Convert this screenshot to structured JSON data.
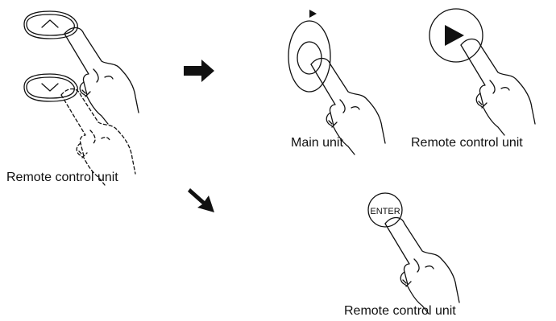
{
  "labels": {
    "remote_left": "Remote control unit",
    "main_unit": "Main unit",
    "remote_right_top": "Remote control unit",
    "remote_bottom": "Remote control unit",
    "enter_button": "ENTER"
  },
  "icons": {
    "up_button": "chevron-up-icon",
    "down_button": "chevron-down-icon",
    "play_button": "play-icon",
    "arrow_right": "arrow-right-icon",
    "arrow_down_right": "arrow-down-right-icon"
  }
}
